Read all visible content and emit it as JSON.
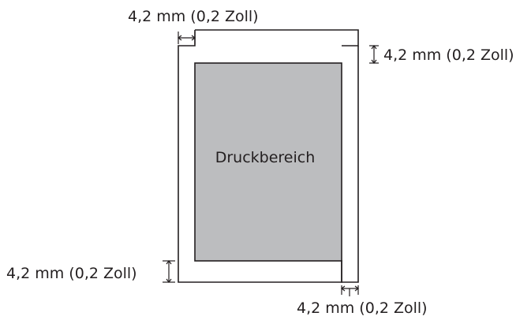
{
  "diagram": {
    "printable_area_label": "Druckbereich",
    "margin_labels": {
      "top_left": "4,2 mm (0,2 Zoll)",
      "top_right": "4,2 mm (0,2 Zoll)",
      "bottom_left": "4,2 mm (0,2 Zoll)",
      "bottom_right": "4,2 mm (0,2 Zoll)"
    },
    "colors": {
      "page_border": "#231f20",
      "printable_fill": "#bcbdbf",
      "text": "#231f20",
      "background": "#ffffff"
    }
  }
}
